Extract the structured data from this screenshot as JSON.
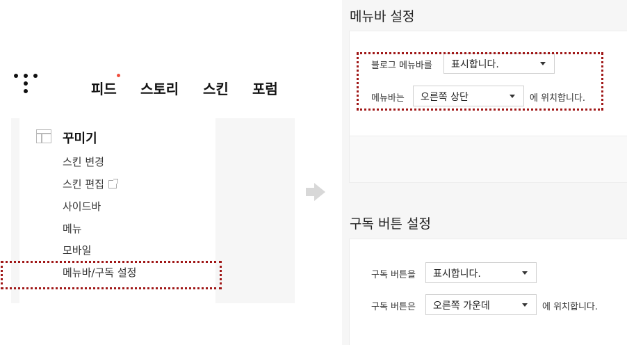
{
  "header": {
    "nav": [
      "피드",
      "스토리",
      "스킨",
      "포럼"
    ]
  },
  "sidebar": {
    "group_title": "꾸미기",
    "items": [
      "스킨 변경",
      "스킨 편집",
      "사이드바",
      "메뉴",
      "모바일",
      "메뉴바/구독 설정"
    ]
  },
  "menubar_settings": {
    "title": "메뉴바 설정",
    "blog_menubar_label": "블로그 메뉴바를",
    "blog_menubar_value": "표시합니다.",
    "position_label": "메뉴바는",
    "position_value": "오른쪽 상단",
    "position_suffix": "에 위치합니다."
  },
  "subscribe_settings": {
    "title": "구독 버튼 설정",
    "show_label": "구독 버튼을",
    "show_value": "표시합니다.",
    "position_label": "구독 버튼은",
    "position_value": "오른쪽 가운데",
    "position_suffix": "에 위치합니다."
  },
  "colors": {
    "highlight_border": "#a01818",
    "notification_dot": "#f04e3e"
  }
}
